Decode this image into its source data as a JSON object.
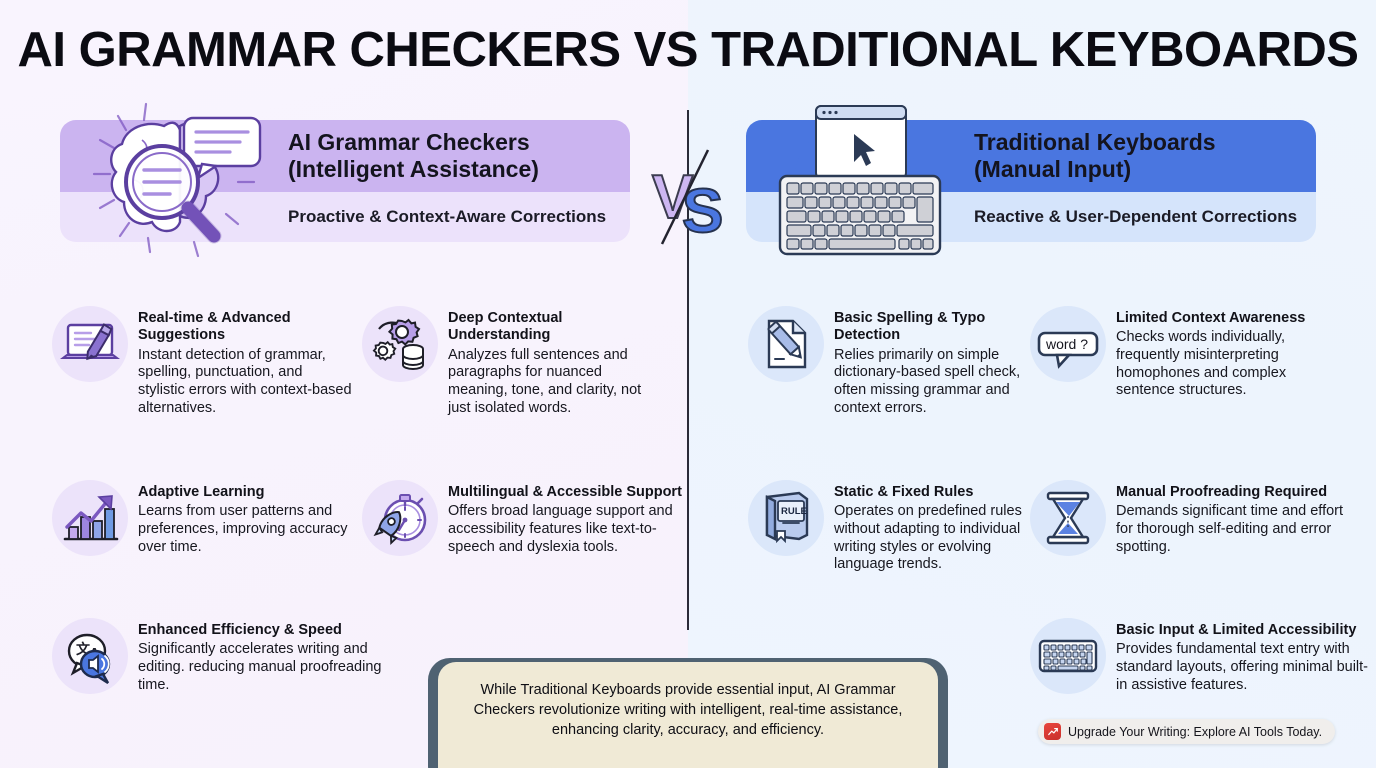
{
  "page": {
    "title": "AI GRAMMAR CHECKERS VS TRADITIONAL KEYBOARDS",
    "vs_label": "VS"
  },
  "colors": {
    "purple_accent": "#8a63d2",
    "purple_header": "#cbb4f0",
    "purple_subheader": "#ece2fb",
    "blue_header": "#4a76e0",
    "blue_subheader": "#d5e4fb",
    "title_text": "#0b0b12",
    "conclusion_bg": "#f0ead6",
    "conclusion_shadow": "#4f6272",
    "cta_icon": "#d8443c"
  },
  "left_panel": {
    "icon": "brain-magnifier-icon",
    "title_line1": "AI Grammar Checkers",
    "title_line2": "(Intelligent Assistance)",
    "subtitle": "Proactive & Context-Aware Corrections",
    "features": [
      {
        "icon": "laptop-pen-icon",
        "heading": "Real-time & Advanced Suggestions",
        "body": "Instant detection of grammar, spelling, punctuation, and stylistic errors with context-based alternatives."
      },
      {
        "icon": "gears-database-icon",
        "heading": "Deep Contextual Understanding",
        "body": "Analyzes full sentences and paragraphs for nuanced meaning, tone, and clarity, not just isolated words."
      },
      {
        "icon": "growth-chart-icon",
        "heading": "Adaptive Learning",
        "body": "Learns from user patterns and preferences, improving accuracy over time."
      },
      {
        "icon": "rocket-stopwatch-icon",
        "heading": "Multilingual & Accessible Support",
        "body": "Offers broad language support and accessibility features like text-to-speech and dyslexia tools."
      },
      {
        "icon": "translate-speaker-icon",
        "heading": "Enhanced Efficiency & Speed",
        "body": "Significantly accelerates writing and editing. reducing manual proofreading time."
      }
    ]
  },
  "right_panel": {
    "icon": "keyboard-window-cursor-icon",
    "title_line1": "Traditional Keyboards",
    "title_line2": "(Manual Input)",
    "subtitle": "Reactive & User-Dependent Corrections",
    "features": [
      {
        "icon": "document-pencil-icon",
        "heading": "Basic Spelling & Typo Detection",
        "body": "Relies primarily on simple dictionary-based spell check, often missing grammar and context errors."
      },
      {
        "icon": "word-question-bubble-icon",
        "icon_text": "word ?",
        "heading": "Limited Context Awareness",
        "body": "Checks words individually, frequently misinterpreting homophones and complex sentence structures."
      },
      {
        "icon": "rule-book-icon",
        "icon_text": "RULE",
        "heading": "Static & Fixed Rules",
        "body": "Operates on predefined rules without adapting to individual writing styles or evolving language trends."
      },
      {
        "icon": "hourglass-icon",
        "heading": "Manual Proofreading Required",
        "body": "Demands significant time and effort for thorough self-editing and error spotting."
      },
      {
        "icon": "keyboard-icon",
        "heading": "Basic Input & Limited Accessibility",
        "body": "Provides fundamental text entry with standard layouts, offering minimal built-in assistive features."
      }
    ]
  },
  "conclusion": {
    "text": "While Traditional Keyboards provide essential input, AI Grammar Checkers revolutionize writing with intelligent, real-time assistance, enhancing clarity, accuracy, and efficiency."
  },
  "cta": {
    "icon": "chart-trend-icon",
    "label": "Upgrade Your Writing: Explore AI Tools Today."
  }
}
